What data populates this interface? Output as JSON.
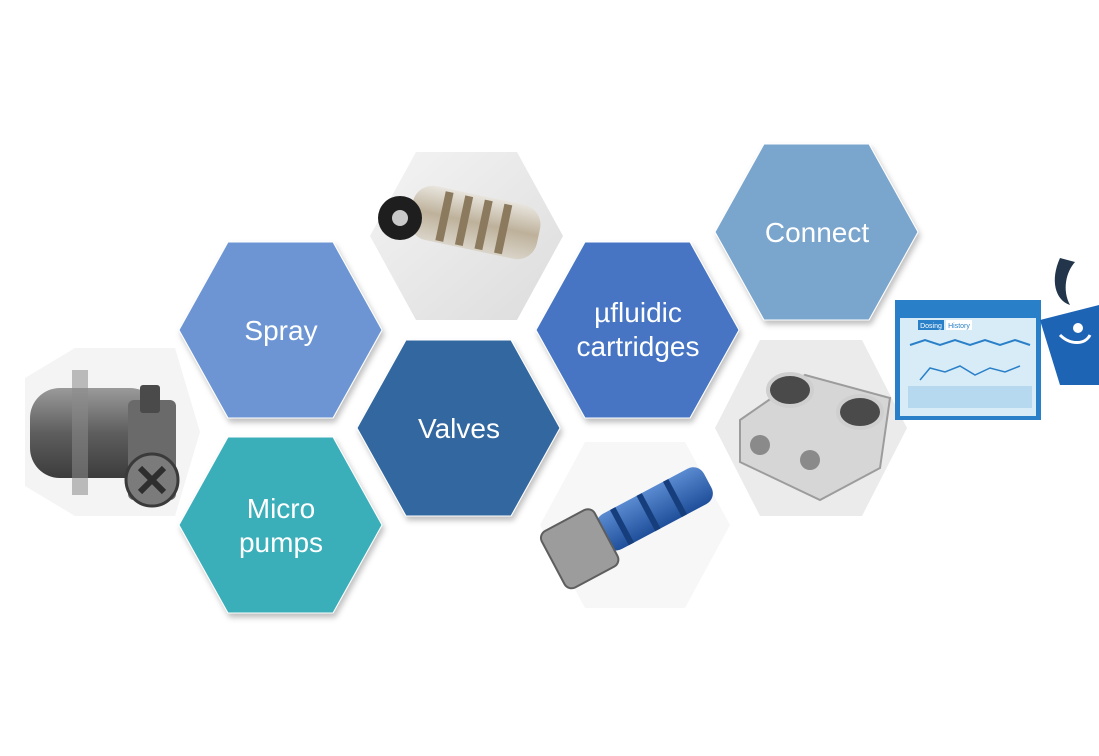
{
  "hexagons": {
    "spray": {
      "label": "Spray",
      "color": "#6d95d3"
    },
    "micro_pumps": {
      "line1": "Micro",
      "line2": "pumps",
      "color": "#3aafb9"
    },
    "valves": {
      "label": "Valves",
      "color": "#33689f"
    },
    "microfluidic": {
      "line1": "µfluidic",
      "line2": "cartridges",
      "color": "#4675c4"
    },
    "connect": {
      "label": "Connect",
      "color": "#7aa5cd"
    }
  },
  "photos": {
    "pump_body": "grey-cylindrical-pump-photo",
    "cartridge": "transparent-cartridge-photo",
    "valve_model": "blue-valve-cad-model",
    "manifold": "white-manifold-photo",
    "app_screen": "dosing-history-app-screen"
  },
  "app_screen": {
    "tabs": [
      "Dosing",
      "History"
    ]
  }
}
